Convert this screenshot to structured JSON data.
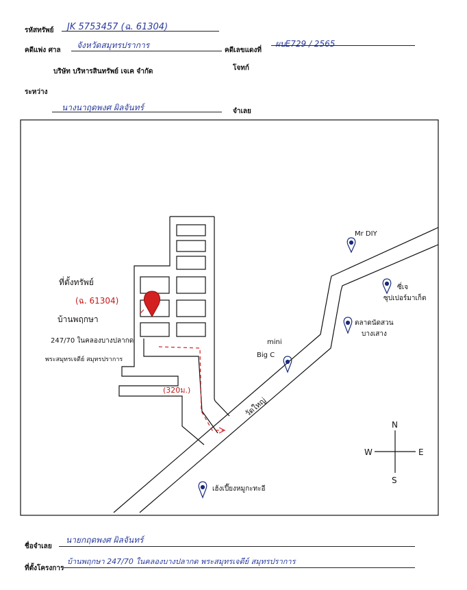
{
  "form": {
    "asset_code_label": "รหัสทรัพย์",
    "asset_code_value": "JK 5753457 (ฉ. 61304)",
    "court_label": "คดีแพ่ง ศาล",
    "court_value": "จังหวัดสมุทรปราการ",
    "case_no_label": "คดีเลขแดงที่",
    "case_no_value": "ผบE729 / 2565",
    "plaintiff": "บริษัท บริหารสินทรัพย์ เจเค จำกัด",
    "plaintiff_role": "โจทก์",
    "between_label": "ระหว่าง",
    "defendant_value": "นางนาฤดพงศ ผิลจันทร์",
    "defendant_role": "จำเลย",
    "defendant_name_label": "ชื่อจำเลย",
    "defendant_name_value": "นายกฤดพงศ ผิลจันทร์",
    "project_location_label": "ที่ตั้งโครงการ",
    "project_location_value": "บ้านพฤกษา 247/70 ในคลองบางปลากด พระสมุทรเจดีย์ สมุทรปราการ"
  },
  "map": {
    "property_title": "ที่ตั้งทรัพย์",
    "deed_no": "(ฉ. 61304)",
    "village": "บ้านพฤกษา",
    "address_1": "247/70 ในคลองบางปลากด",
    "address_2": "พระสมุทรเจดีย์ สมุทรปราการ",
    "distance": "(320ม.)",
    "main_road": "วัดใหญ่",
    "poi_mrdiy": "Mr DIY",
    "poi_super_1": "ซี่เจ",
    "poi_super_2": "ซุปเปอร์มาเก็ต",
    "poi_market_1": "ตลาดนัดสวน",
    "poi_market_2": "บางเสาง",
    "poi_bigc_1": "mini",
    "poi_bigc_2": "Big C",
    "poi_shop": "เฮ้งเปี๊ยงหมูกะทะอี",
    "compass_n": "N",
    "compass_s": "S",
    "compass_e": "E",
    "compass_w": "W",
    "colors": {
      "handwriting": "#2a3a9a",
      "marker": "#d32020",
      "ink": "#111111"
    }
  }
}
